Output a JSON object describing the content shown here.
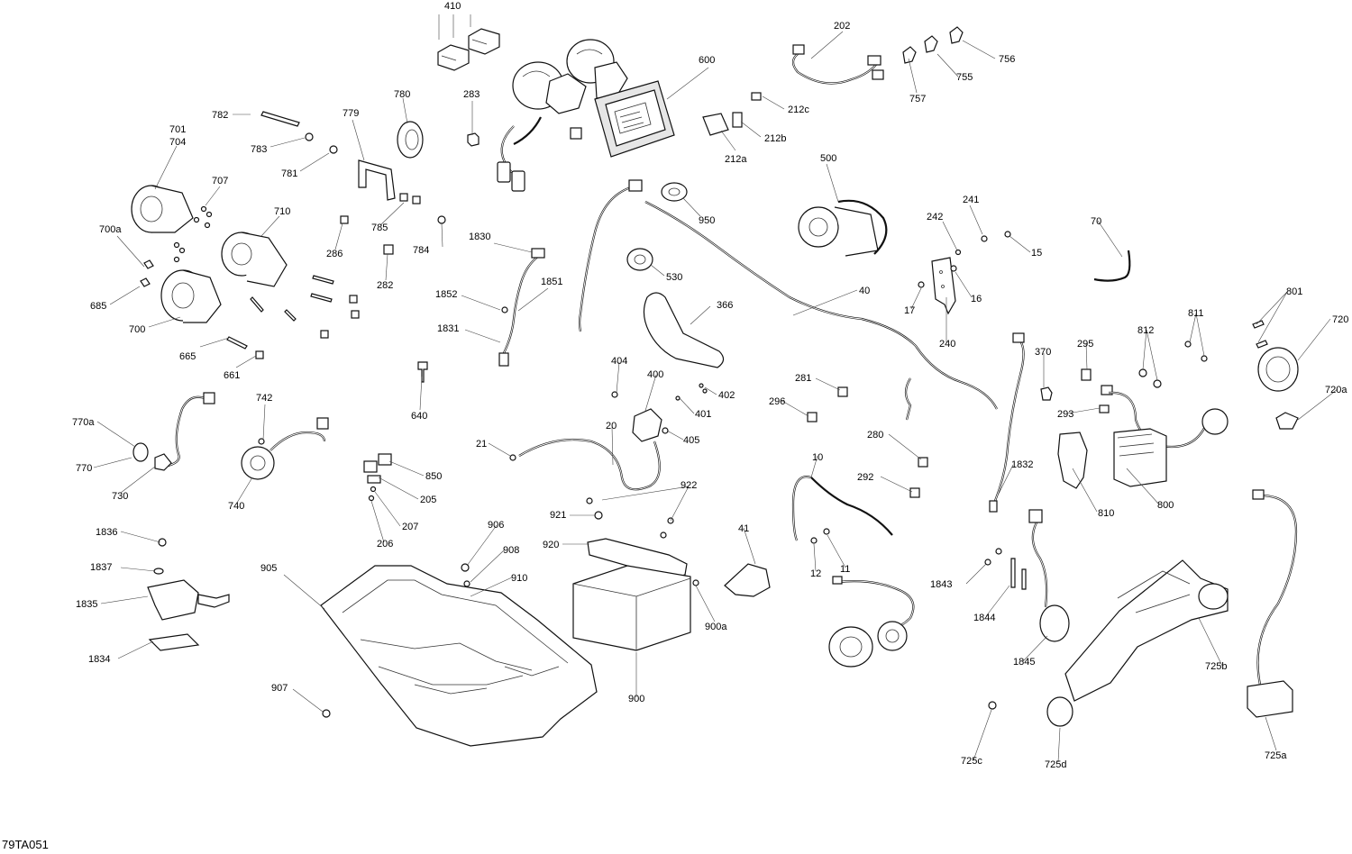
{
  "diagram_ref": "79TA051",
  "callouts": {
    "c410": "410",
    "c283": "283",
    "c600": "600",
    "c202": "202",
    "c756": "756",
    "c755": "755",
    "c757": "757",
    "c212c": "212c",
    "c212b": "212b",
    "c212a": "212a",
    "c780": "780",
    "c779": "779",
    "c782": "782",
    "c783": "783",
    "c781": "781",
    "c701": "701",
    "c704": "704",
    "c707": "707",
    "c710": "710",
    "c700a": "700a",
    "c685": "685",
    "c700": "700",
    "c665": "665",
    "c661": "661",
    "c286": "286",
    "c785": "785",
    "c784": "784",
    "c282": "282",
    "c1830": "1830",
    "c1852": "1852",
    "c1851": "1851",
    "c1831": "1831",
    "c640": "640",
    "c950": "950",
    "c530": "530",
    "c366": "366",
    "c500": "500",
    "c40": "40",
    "c241": "241",
    "c242": "242",
    "c15": "15",
    "c16": "16",
    "c17": "17",
    "c240": "240",
    "c70": "70",
    "c801": "801",
    "c720": "720",
    "c811": "811",
    "c812": "812",
    "c370": "370",
    "c295": "295",
    "c293": "293",
    "c720a": "720a",
    "c281": "281",
    "c296": "296",
    "c404": "404",
    "c400": "400",
    "c402": "402",
    "c401": "401",
    "c405": "405",
    "c20": "20",
    "c21": "21",
    "c742": "742",
    "c770a": "770a",
    "c770": "770",
    "c730": "730",
    "c740": "740",
    "c850": "850",
    "c205": "205",
    "c207": "207",
    "c206": "206",
    "c922": "922",
    "c921": "921",
    "c280": "280",
    "c292": "292",
    "c1832": "1832",
    "c810": "810",
    "c800": "800",
    "c10": "10",
    "c1836": "1836",
    "c906": "906",
    "c908": "908",
    "c920": "920",
    "c910": "910",
    "c41": "41",
    "c12": "12",
    "c11": "11",
    "c1843": "1843",
    "c1844": "1844",
    "c1837": "1837",
    "c1835": "1835",
    "c905": "905",
    "c900a": "900a",
    "c1845": "1845",
    "c725b": "725b",
    "c1834": "1834",
    "c900": "900",
    "c907": "907",
    "c725c": "725c",
    "c725d": "725d",
    "c725a": "725a"
  },
  "colors": {
    "line": "#111111",
    "background": "#ffffff",
    "shade": "#e6e6e6"
  }
}
